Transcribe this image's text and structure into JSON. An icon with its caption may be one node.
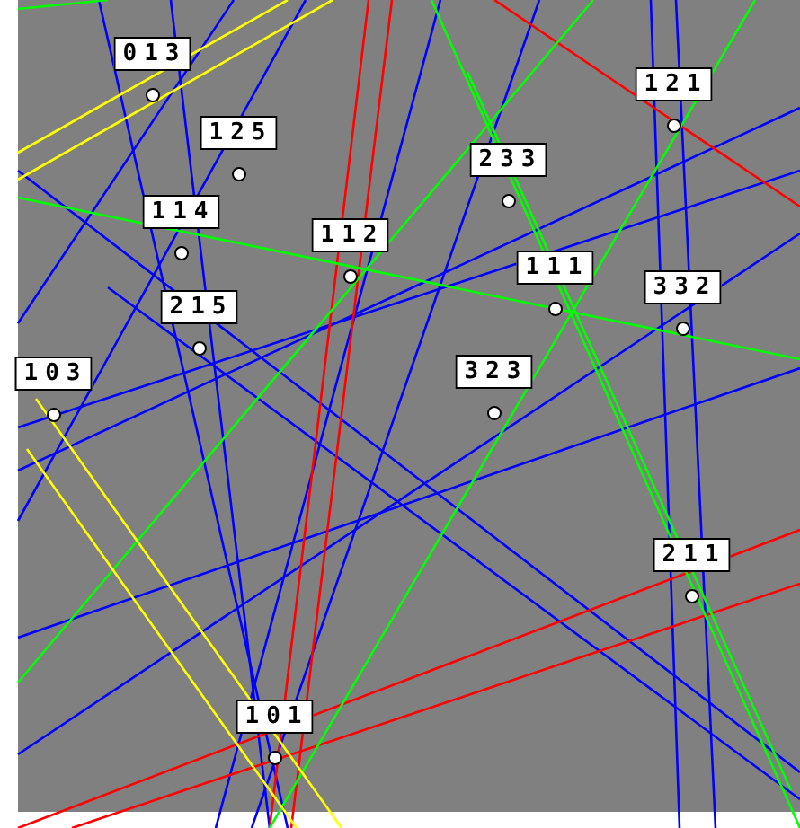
{
  "diagram": {
    "nodes": [
      {
        "text": [
          "013"
        ]
      },
      {
        "text": [
          "125"
        ]
      },
      {
        "text": [
          "121"
        ]
      },
      {
        "text": [
          "233"
        ]
      },
      {
        "text": [
          "114"
        ]
      },
      {
        "text": [
          "112"
        ]
      },
      {
        "text": [
          "111"
        ]
      },
      {
        "text": [
          "332"
        ]
      },
      {
        "text": [
          "215"
        ]
      },
      {
        "text": [
          "103"
        ]
      },
      {
        "text": [
          "323"
        ]
      },
      {
        "text": [
          "211"
        ]
      },
      {
        "text": [
          "101"
        ]
      }
    ]
  }
}
